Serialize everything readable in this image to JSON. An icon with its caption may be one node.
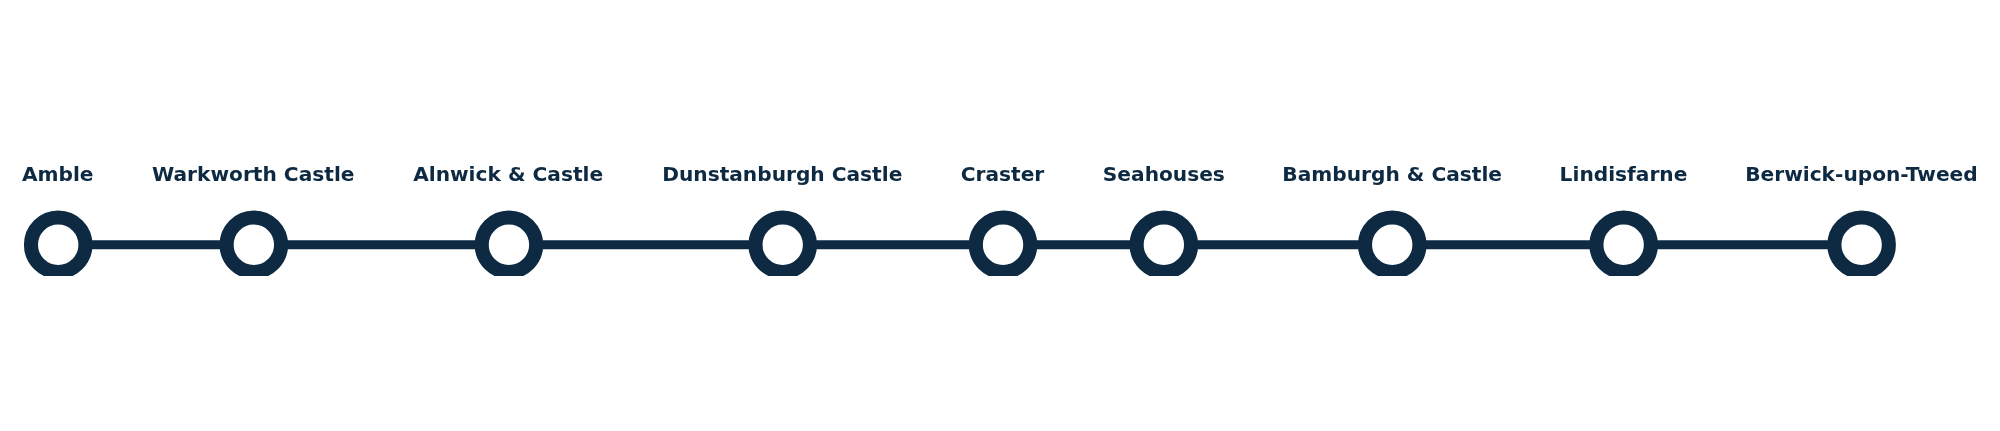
{
  "diagram": {
    "nodes": [
      {
        "text": [],
        "shape": "circle",
        "beside": [
          "Amble"
        ]
      },
      {
        "text": [],
        "shape": "circle",
        "beside": [
          "Warkworth Castle"
        ]
      },
      {
        "text": [],
        "shape": "circle",
        "beside": [
          "Alnwick & Castle"
        ]
      },
      {
        "text": [],
        "shape": "circle",
        "beside": [
          "Dunstanburgh Castle"
        ]
      },
      {
        "text": [],
        "shape": "circle",
        "beside": [
          "Craster"
        ]
      },
      {
        "text": [],
        "shape": "circle",
        "beside": [
          "Seahouses"
        ]
      },
      {
        "text": [],
        "shape": "circle",
        "beside": [
          "Bamburgh & Castle"
        ]
      },
      {
        "text": [],
        "shape": "circle",
        "beside": [
          "Lindisfarne"
        ]
      },
      {
        "text": [],
        "shape": "circle",
        "beside": [
          "Berwick-upon-Tweed"
        ]
      }
    ],
    "edges": [
      {
        "from": 0,
        "to": 1,
        "arrow": "none"
      },
      {
        "from": 1,
        "to": 2,
        "arrow": "none"
      },
      {
        "from": 2,
        "to": 3,
        "arrow": "none"
      },
      {
        "from": 3,
        "to": 4,
        "arrow": "none"
      },
      {
        "from": 4,
        "to": 5,
        "arrow": "none"
      },
      {
        "from": 5,
        "to": 6,
        "arrow": "none"
      },
      {
        "from": 6,
        "to": 7,
        "arrow": "none"
      },
      {
        "from": 7,
        "to": 8,
        "arrow": "none"
      }
    ]
  }
}
